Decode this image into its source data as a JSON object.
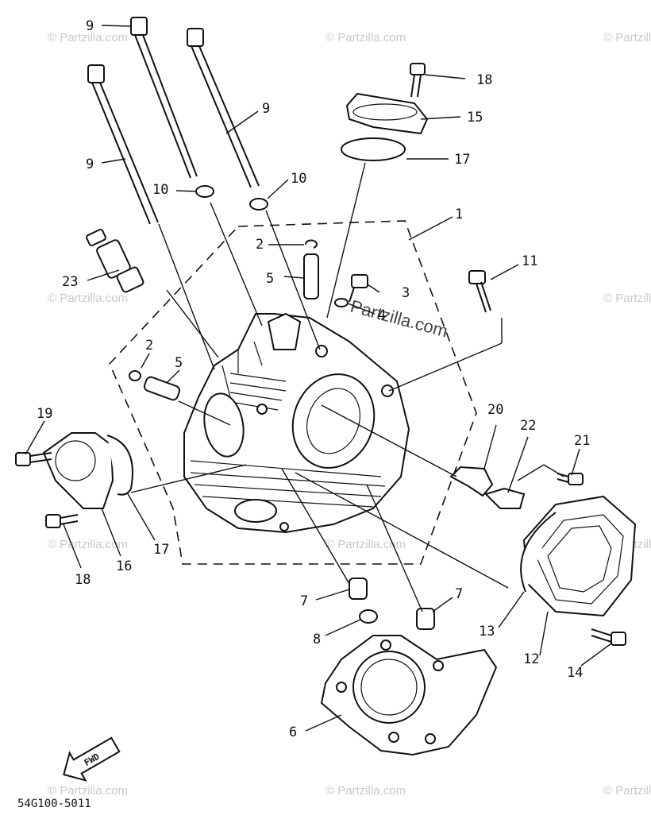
{
  "labels": {
    "n1": "1",
    "n2a": "2",
    "n2b": "2",
    "n3": "3",
    "n4": "4",
    "n5a": "5",
    "n5b": "5",
    "n6": "6",
    "n7a": "7",
    "n7b": "7",
    "n8": "8",
    "n9a": "9",
    "n9b": "9",
    "n9c": "9",
    "n10a": "10",
    "n10b": "10",
    "n11": "11",
    "n12": "12",
    "n13": "13",
    "n14": "14",
    "n15": "15",
    "n16": "16",
    "n17a": "17",
    "n17b": "17",
    "n18a": "18",
    "n18b": "18",
    "n19": "19",
    "n20": "20",
    "n21": "21",
    "n22": "22",
    "n23": "23"
  },
  "fwd_label": "FWD",
  "diagram_code": "54G100-5011",
  "watermark": {
    "text": "© Partzilla.com",
    "center_text": "Partzilla.com"
  }
}
